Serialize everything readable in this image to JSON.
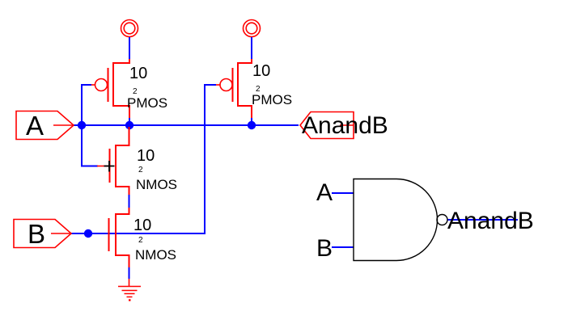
{
  "canvas": {
    "width": "707",
    "height": "406",
    "background": "#ffffff"
  },
  "colors": {
    "wire": "#0000ff",
    "device": "#ff0000",
    "label": "#000000",
    "logic_outline": "#000000"
  },
  "ports": {
    "a": "A",
    "b": "B",
    "out": "AnandB"
  },
  "transistors": {
    "pmos1": {
      "width": "10",
      "length": "2",
      "type": "PMOS"
    },
    "pmos2": {
      "width": "10",
      "length": "2",
      "type": "PMOS"
    },
    "nmos1": {
      "width": "10",
      "length": "2",
      "type": "NMOS"
    },
    "nmos2": {
      "width": "10",
      "length": "2",
      "type": "NMOS"
    }
  },
  "logic_gate": {
    "input_a": "A",
    "input_b": "B",
    "output": "AnandB"
  }
}
